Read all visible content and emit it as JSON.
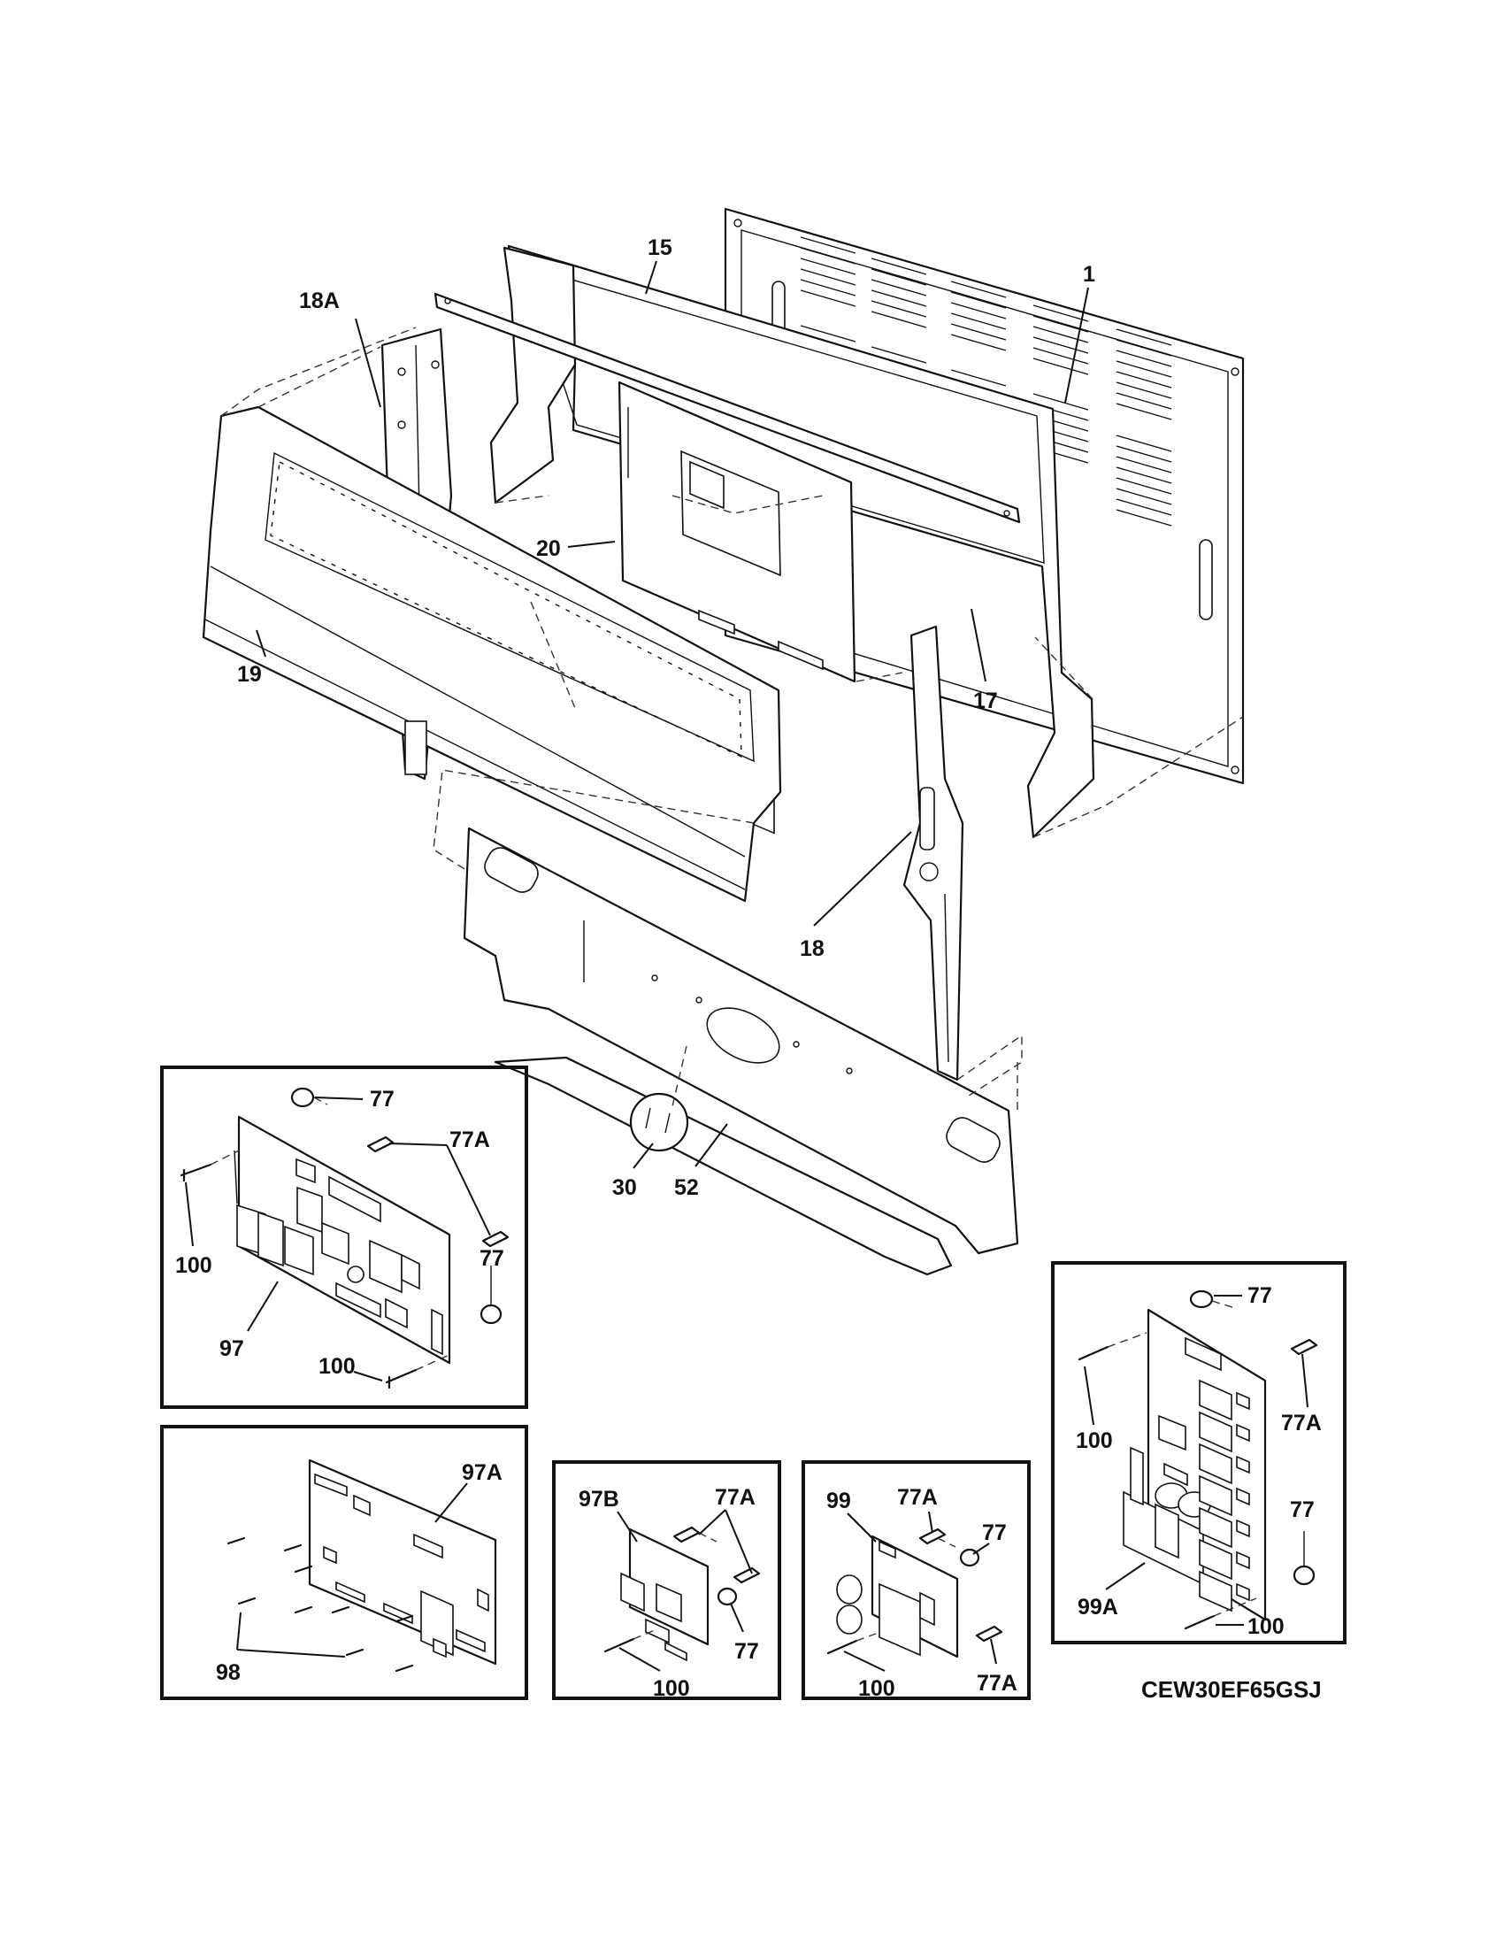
{
  "model_code": "CEW30EF65GSJ",
  "callouts": {
    "p1": "1",
    "p15": "15",
    "p17": "17",
    "p18": "18",
    "p18a": "18A",
    "p19": "19",
    "p20": "20",
    "p30": "30",
    "p52": "52",
    "b1_77_top": "77",
    "b1_77a": "77A",
    "b1_100_left": "100",
    "b1_77_right": "77",
    "b1_97": "97",
    "b1_100_bottom": "100",
    "b2_97a": "97A",
    "b2_98": "98",
    "b3_97b": "97B",
    "b3_77a": "77A",
    "b3_77": "77",
    "b3_100": "100",
    "b4_99": "99",
    "b4_77a_top": "77A",
    "b4_77": "77",
    "b4_100": "100",
    "b4_77a_bottom": "77A",
    "b5_77_top": "77",
    "b5_100_left": "100",
    "b5_77a": "77A",
    "b5_77_mid": "77",
    "b5_99a": "99A",
    "b5_100_bottom": "100"
  }
}
